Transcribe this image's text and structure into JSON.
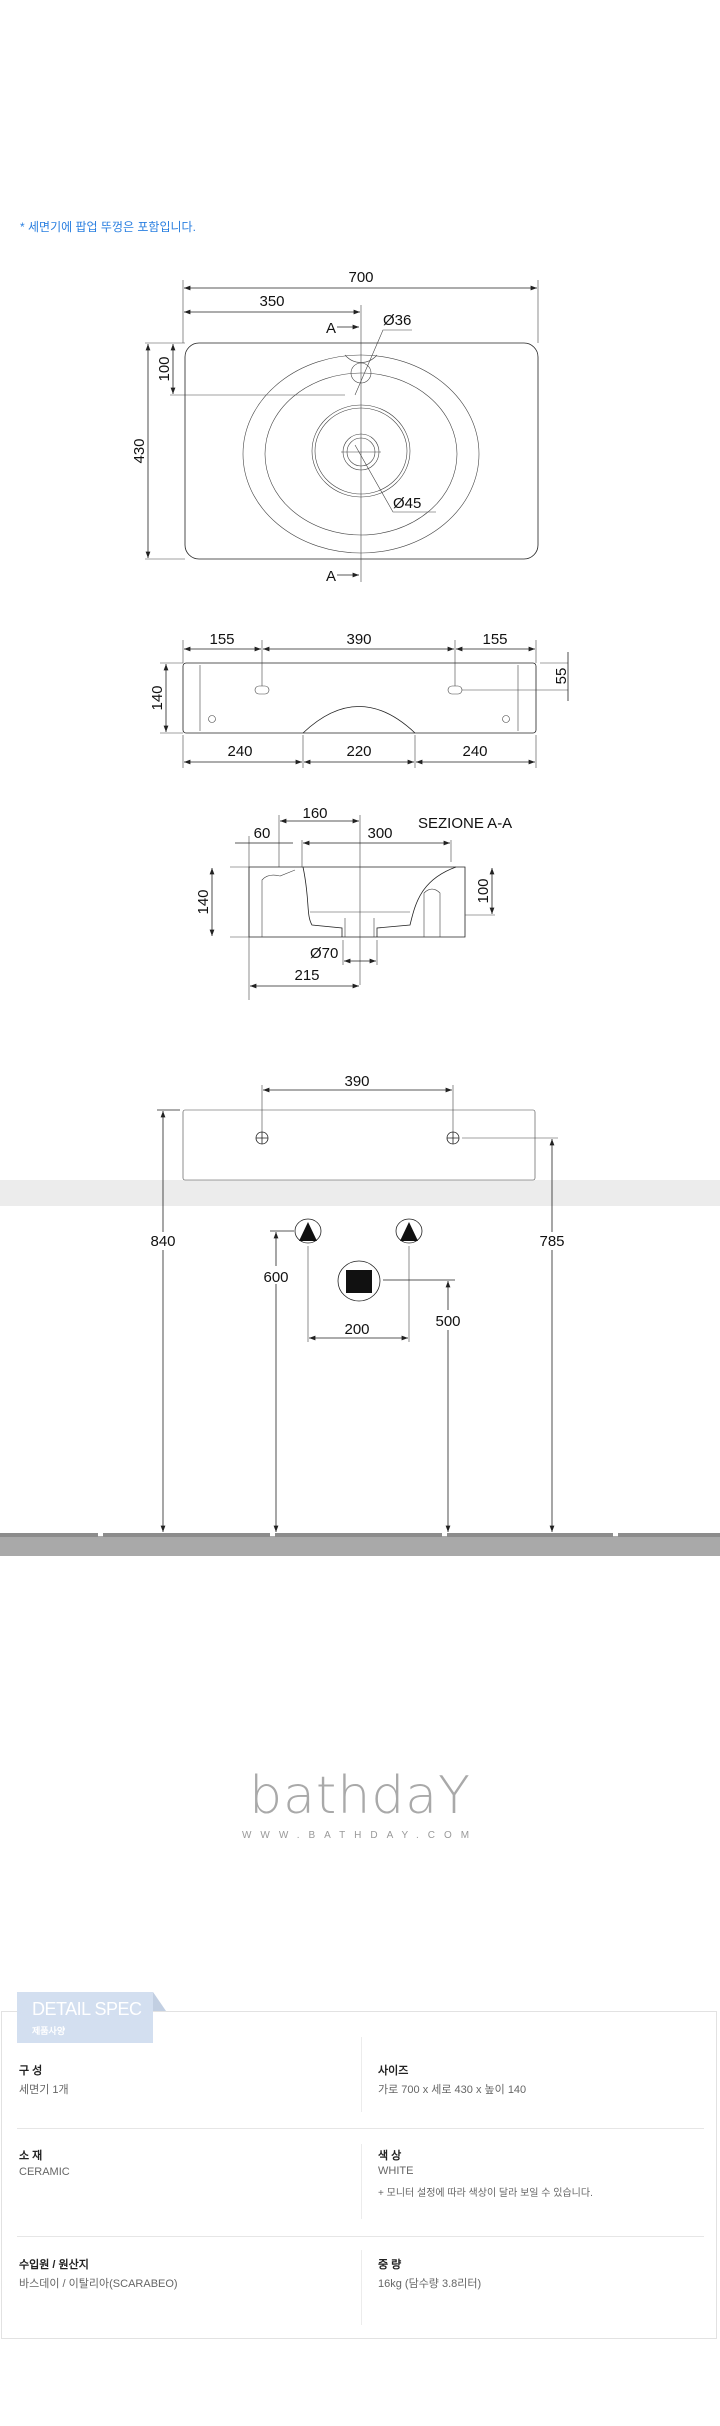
{
  "note": "* 세면기에 팝업 뚜껑은 포함입니다.",
  "plan_view": {
    "width": "700",
    "half_width": "350",
    "height": "430",
    "tap_offset": "100",
    "tap_hole": "Ø36",
    "drain": "Ø45",
    "section_mark": "A"
  },
  "front_view": {
    "top_dims": [
      "155",
      "390",
      "155"
    ],
    "bottom_dims": [
      "240",
      "220",
      "240"
    ],
    "height": "140",
    "hole_height": "55"
  },
  "section_view": {
    "title": "SEZIONE A-A",
    "dims": {
      "d160": "160",
      "d60": "60",
      "d300": "300",
      "height": "140",
      "depth": "100",
      "outlet": "Ø70",
      "d215": "215"
    }
  },
  "installation": {
    "hole_spacing": "390",
    "top_height": "840",
    "hole_height": "785",
    "supply_height": "600",
    "supply_spacing": "200",
    "drain_height": "500"
  },
  "logo": {
    "word": "bathdaY",
    "url": "WWW.BATHDAY.COM"
  },
  "spec": {
    "title": "DETAIL SPEC",
    "subtitle": "제품사양",
    "items": [
      {
        "label": "구 성",
        "value": "세면기 1개"
      },
      {
        "label": "사이즈",
        "value": "가로 700 x 세로 430 x 높이 140"
      },
      {
        "label": "소 재",
        "value": "CERAMIC"
      },
      {
        "label": "색 상",
        "value": "WHITE",
        "note": "+ 모니터 설정에 따라 색상이 달라 보일 수 있습니다."
      },
      {
        "label": "수입원 / 원산지",
        "value": "바스데이 / 이탈리아(SCARABEO)"
      },
      {
        "label": "중 량",
        "value": "16kg  (담수량 3.8리터)"
      }
    ]
  },
  "colors": {
    "note": "#2a7fe0",
    "tab": "#d3dff0",
    "floor": "#a9a9a9",
    "wall_band": "#ececec"
  }
}
